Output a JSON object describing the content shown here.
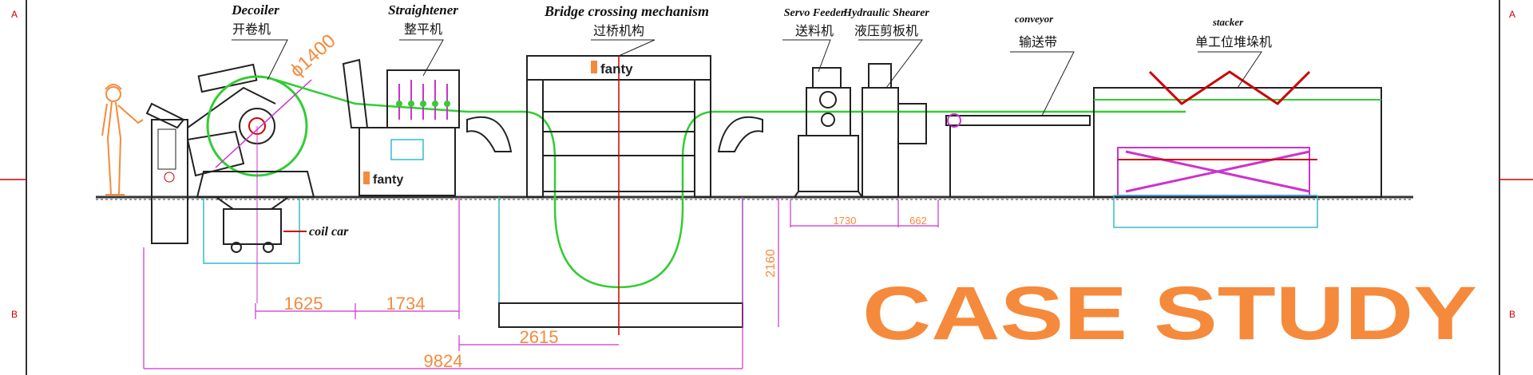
{
  "labels": {
    "decoiler_en": "Decoiler",
    "decoiler_zh": "开卷机",
    "straightener_en": "Straightener",
    "straightener_zh": "整平机",
    "bridge_en": "Bridge crossing mechanism",
    "bridge_zh": "过桥机构",
    "servo_en": "Servo Feeder",
    "servo_zh": "送料机",
    "shear_en": "Hydraulic Shearer",
    "shear_zh": "液压剪板机",
    "conveyor_en": "conveyor",
    "conveyor_zh": "输送带",
    "stacker_en": "stacker",
    "stacker_zh": "单工位堆垛机",
    "coil_car": "coil car"
  },
  "dimensions": {
    "coil_dia": "ϕ1400",
    "d1625": "1625",
    "d1734": "1734",
    "d2615": "2615",
    "d9824": "9824",
    "d2160": "2160",
    "d1730": "1730",
    "d662": "662"
  },
  "brand": "fanty",
  "banner": "CASE  STUDY",
  "grid": {
    "row_a": "A",
    "row_b": "B"
  },
  "colors": {
    "accent_orange": "#f58a3c",
    "dim_magenta": "#cc33cc",
    "green_strip": "#33cc33",
    "red_line": "#dd2222",
    "cyan_line": "#33bbcc",
    "frame_red": "#cc0000"
  }
}
